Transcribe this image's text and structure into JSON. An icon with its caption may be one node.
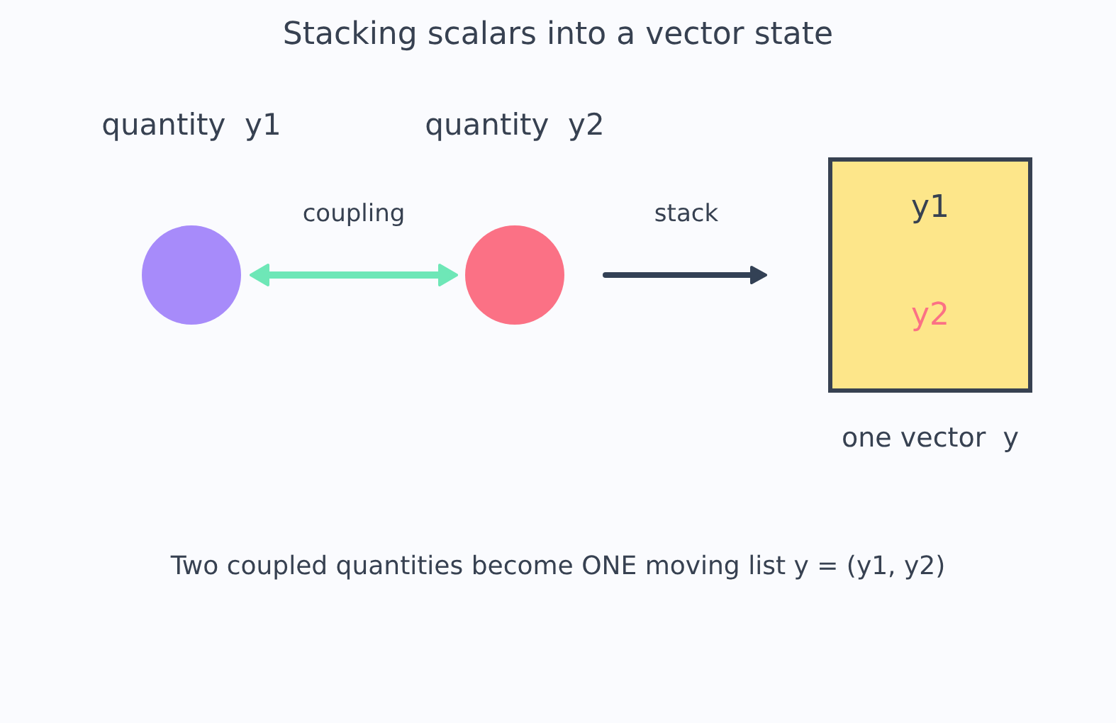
{
  "diagram": {
    "title": "Stacking scalars into a vector state",
    "caption": "Two coupled quantities become ONE moving list y = (y1, y2)",
    "nodes": [
      {
        "text": [],
        "shape": "circle",
        "beside": [
          "quantity  y1"
        ]
      },
      {
        "text": [],
        "shape": "circle",
        "beside": [
          "quantity  y2"
        ]
      },
      {
        "text": [
          "y1",
          "y2"
        ],
        "beside": [
          "one vector  y"
        ]
      }
    ],
    "edges": [
      {
        "from": 0,
        "to": 1,
        "arrow": "both",
        "label": "coupling",
        "color": "#6ee7b7"
      },
      {
        "from": 1,
        "to": 2,
        "arrow": "to",
        "label": "stack",
        "color": "#334155"
      }
    ]
  }
}
